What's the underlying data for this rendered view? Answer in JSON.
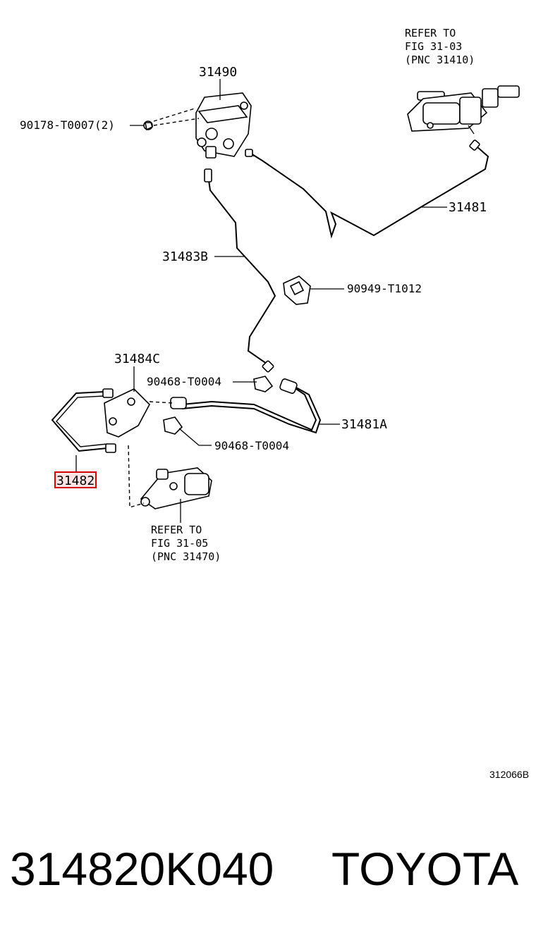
{
  "labels": {
    "valve": "31490",
    "bolt": "90178-T0007(2)",
    "master_ref": [
      "REFER TO",
      "FIG 31-03",
      "(PNC 31410)"
    ],
    "tube_31481": "31481",
    "tube_31483b": "31483B",
    "clamp_top": "90949-T1012",
    "bracket": "31484C",
    "clip_upper": "90468-T0004",
    "hose": "31481A",
    "clip_lower": "90468-T0004",
    "tube_31482": "31482",
    "release_ref": [
      "REFER TO",
      "FIG 31-05",
      "(PNC 31470)"
    ]
  },
  "diagram_code": "312066B",
  "footer": {
    "part_number": "314820K040",
    "brand": "TOYOTA"
  },
  "colors": {
    "highlight": "#d00000"
  }
}
